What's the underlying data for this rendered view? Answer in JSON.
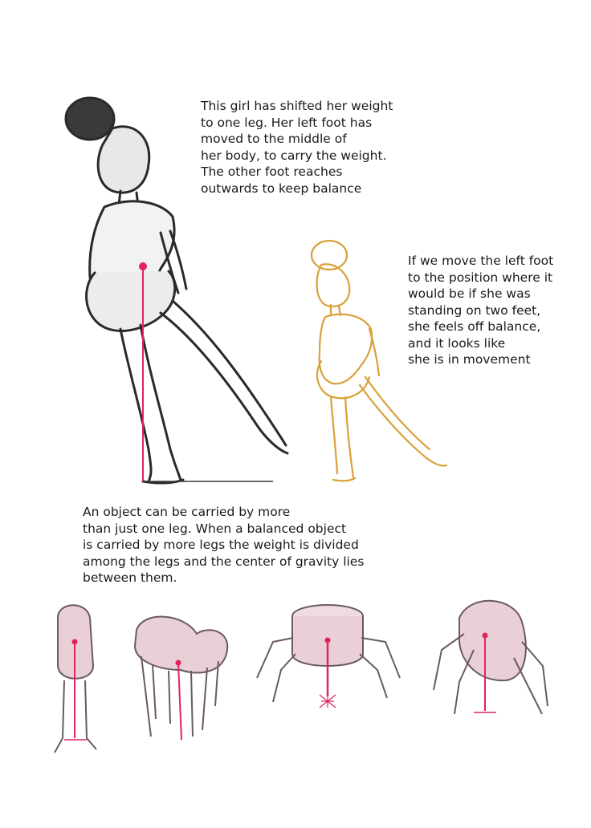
{
  "captions": {
    "dancer_black": [
      "This girl has shifted her weight",
      "to one leg. Her left foot has",
      "moved to the middle of",
      "her body, to carry the weight.",
      "The other foot reaches",
      "outwards to keep balance"
    ],
    "dancer_yellow": [
      "If we move the left foot",
      "to the position where it",
      "would be if she was",
      "standing on two feet,",
      "she feels off balance,",
      "and it looks like",
      "she is in movement"
    ],
    "objects": [
      "An object can be carried by more",
      "than just one leg. When a balanced object",
      "is carried by more legs the weight is divided",
      "among the legs and the center of gravity lies",
      "between them."
    ]
  },
  "colors": {
    "sketch_black": "#2a2a2a",
    "sketch_yellow": "#d9a13a",
    "gravity_red": "#e0245e",
    "object_fill": "#e9cfd6",
    "object_stroke": "#6a5a5e"
  }
}
